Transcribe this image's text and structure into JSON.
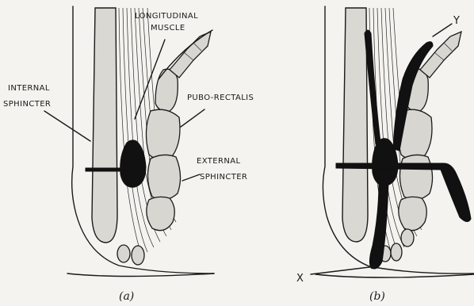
{
  "panel_a": {
    "caption": "(a)",
    "labels": {
      "longitudinal_line1": "LONGITUDINAL",
      "longitudinal_line2": "MUSCLE",
      "internal_line1": "INTERNAL",
      "internal_line2": "SPHINCTER",
      "puborectalis": "PUBO-RECTALIS",
      "external_line1": "EXTERNAL",
      "external_line2": "SPHINCTER"
    }
  },
  "panel_b": {
    "caption": "(b)",
    "labels": {
      "x": "X",
      "y": "Y"
    }
  }
}
